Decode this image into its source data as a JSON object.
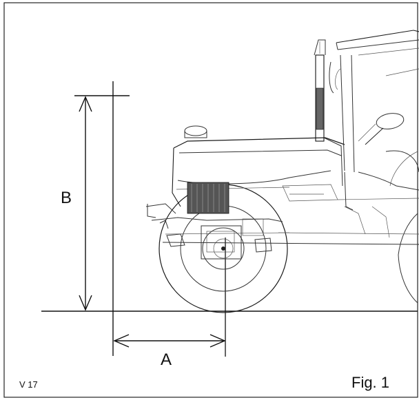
{
  "figure": {
    "code": "V 17",
    "caption": "Fig. 1",
    "dimension_b_label": "B",
    "dimension_a_label": "A"
  }
}
